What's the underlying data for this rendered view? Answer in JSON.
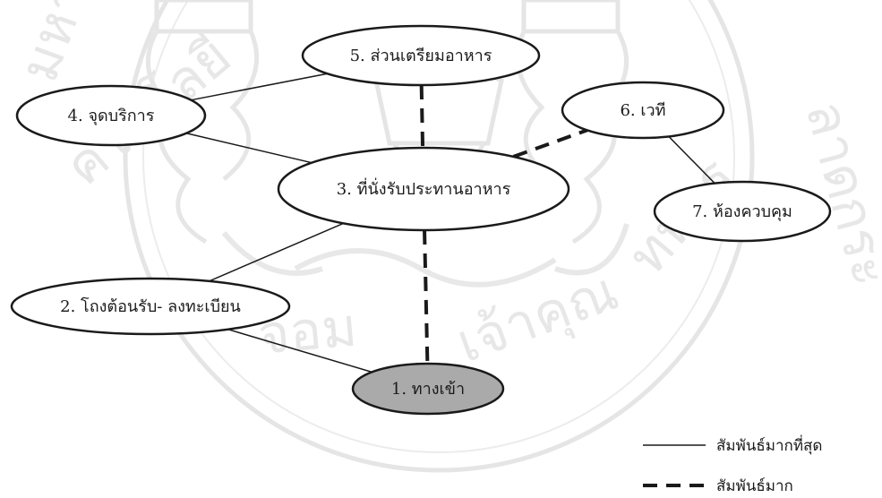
{
  "diagram": {
    "nodes": [
      {
        "id": "n1",
        "label": "1. ทางเข้า",
        "highlighted": true
      },
      {
        "id": "n2",
        "label": "2. โถงต้อนรับ- ลงทะเบียน"
      },
      {
        "id": "n3",
        "label": "3. ที่นั่งรับประทานอาหาร"
      },
      {
        "id": "n4",
        "label": "4. จุดบริการ"
      },
      {
        "id": "n5",
        "label": "5. ส่วนเตรียมอาหาร"
      },
      {
        "id": "n6",
        "label": "6. เวที"
      },
      {
        "id": "n7",
        "label": "7. ห้องควบคุม"
      }
    ],
    "edges": [
      {
        "from": "n2",
        "to": "n1",
        "style": "solid"
      },
      {
        "from": "n2",
        "to": "n3",
        "style": "solid"
      },
      {
        "from": "n4",
        "to": "n5",
        "style": "solid"
      },
      {
        "from": "n4",
        "to": "n3",
        "style": "solid"
      },
      {
        "from": "n6",
        "to": "n7",
        "style": "solid"
      },
      {
        "from": "n5",
        "to": "n3",
        "style": "dashed"
      },
      {
        "from": "n3",
        "to": "n6",
        "style": "dashed"
      },
      {
        "from": "n3",
        "to": "n1",
        "style": "dashed"
      }
    ],
    "colors": {
      "line": "#1a1a1a",
      "node_fill": "#ffffff",
      "highlight_fill": "#aaaaaa",
      "watermark": "#d4d4d4"
    }
  },
  "legend": {
    "solid_label": "สัมพันธ์มากที่สุด",
    "dashed_label": "สัมพันธ์มาก"
  }
}
